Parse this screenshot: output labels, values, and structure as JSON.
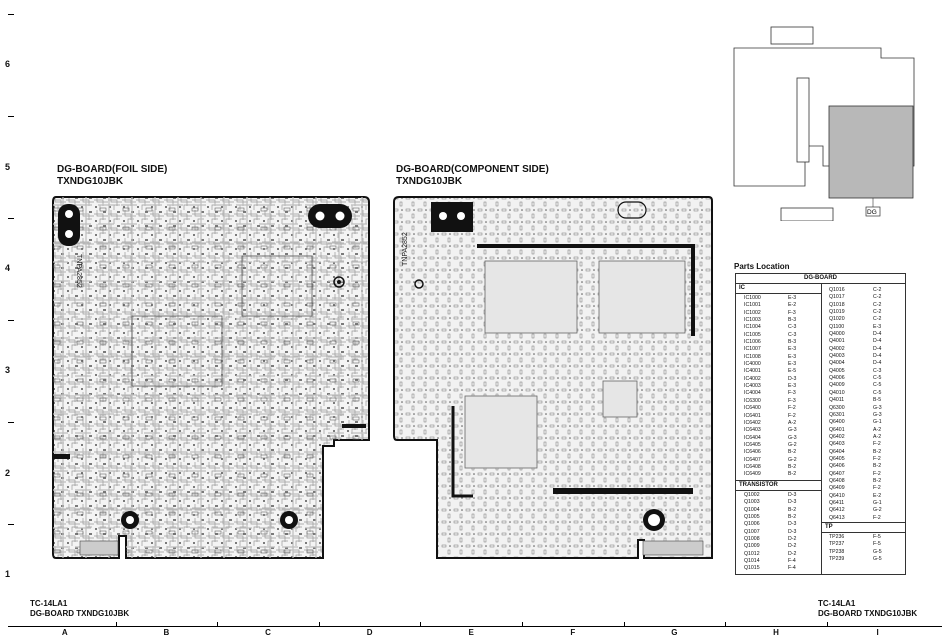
{
  "rows": [
    "6",
    "5",
    "4",
    "3",
    "2",
    "1"
  ],
  "columns": [
    "A",
    "B",
    "C",
    "D",
    "E",
    "F",
    "G",
    "H",
    "I"
  ],
  "foil_title": [
    "DG-BOARD(FOIL SIDE)",
    "TXNDG10JBK"
  ],
  "component_title": [
    "DG-BOARD(COMPONENT SIDE)",
    "TXNDG10JBK"
  ],
  "board_label_foil": "TNPA2852",
  "board_label_comp": "TNPA2852",
  "locator_label": "DG",
  "parts_location_title": "Parts Location",
  "parts_header": "DG-BOARD",
  "sections": {
    "ic": "IC",
    "transistor": "TRANSISTOR",
    "tp": "TP"
  },
  "ic": [
    [
      "IC1000",
      "E-3"
    ],
    [
      "IC1001",
      "E-2"
    ],
    [
      "IC1002",
      "F-3"
    ],
    [
      "IC1003",
      "B-3"
    ],
    [
      "IC1004",
      "C-3"
    ],
    [
      "IC1005",
      "C-3"
    ],
    [
      "IC1006",
      "B-3"
    ],
    [
      "IC1007",
      "E-3"
    ],
    [
      "IC1008",
      "E-3"
    ],
    [
      "IC4000",
      "E-3"
    ],
    [
      "IC4001",
      "E-5"
    ],
    [
      "IC4002",
      "D-3"
    ],
    [
      "IC4003",
      "E-3"
    ],
    [
      "IC4004",
      "F-3"
    ],
    [
      "IC6300",
      "F-3"
    ],
    [
      "IC6400",
      "F-2"
    ],
    [
      "IC6401",
      "F-2"
    ],
    [
      "IC6402",
      "A-2"
    ],
    [
      "IC6403",
      "G-3"
    ],
    [
      "IC6404",
      "G-3"
    ],
    [
      "IC6405",
      "G-2"
    ],
    [
      "IC6406",
      "B-2"
    ],
    [
      "IC6407",
      "G-2"
    ],
    [
      "IC6408",
      "B-2"
    ],
    [
      "IC6409",
      "B-2"
    ]
  ],
  "transistor": [
    [
      "Q1002",
      "D-3"
    ],
    [
      "Q1003",
      "D-3"
    ],
    [
      "Q1004",
      "B-2"
    ],
    [
      "Q1005",
      "B-2"
    ],
    [
      "Q1006",
      "D-3"
    ],
    [
      "Q1007",
      "D-3"
    ],
    [
      "Q1008",
      "D-2"
    ],
    [
      "Q1009",
      "D-2"
    ],
    [
      "Q1012",
      "D-2"
    ],
    [
      "Q1014",
      "F-4"
    ],
    [
      "Q1015",
      "F-4"
    ]
  ],
  "right_col": [
    [
      "Q1016",
      "C-2"
    ],
    [
      "Q1017",
      "C-2"
    ],
    [
      "Q1018",
      "C-2"
    ],
    [
      "Q1019",
      "C-2"
    ],
    [
      "Q1020",
      "C-2"
    ],
    [
      "Q1100",
      "E-3"
    ],
    [
      "Q4000",
      "D-4"
    ],
    [
      "Q4001",
      "D-4"
    ],
    [
      "Q4002",
      "D-4"
    ],
    [
      "Q4003",
      "D-4"
    ],
    [
      "Q4004",
      "D-4"
    ],
    [
      "Q4005",
      "C-3"
    ],
    [
      "Q4006",
      "C-5"
    ],
    [
      "Q4009",
      "C-5"
    ],
    [
      "Q4010",
      "C-5"
    ],
    [
      "Q4011",
      "B-5"
    ],
    [
      "Q6300",
      "G-3"
    ],
    [
      "Q6301",
      "G-3"
    ],
    [
      "Q6400",
      "G-1"
    ],
    [
      "Q6401",
      "A-2"
    ],
    [
      "Q6402",
      "A-2"
    ],
    [
      "Q6403",
      "F-2"
    ],
    [
      "Q6404",
      "B-2"
    ],
    [
      "Q6405",
      "F-2"
    ],
    [
      "Q6406",
      "B-2"
    ],
    [
      "Q6407",
      "F-2"
    ],
    [
      "Q6408",
      "B-2"
    ],
    [
      "Q6409",
      "F-2"
    ],
    [
      "Q6410",
      "E-2"
    ],
    [
      "Q6411",
      "G-1"
    ],
    [
      "Q6412",
      "G-2"
    ],
    [
      "Q6413",
      "F-2"
    ]
  ],
  "tp": [
    [
      "TP236",
      "F-5"
    ],
    [
      "TP237",
      "F-5"
    ],
    [
      "TP238",
      "G-5"
    ],
    [
      "TP239",
      "G-5"
    ]
  ],
  "footer_left": [
    "TC-14LA1",
    "DG-BOARD TXNDG10JBK"
  ],
  "footer_right": [
    "TC-14LA1",
    "DG-BOARD TXNDG10JBK"
  ]
}
